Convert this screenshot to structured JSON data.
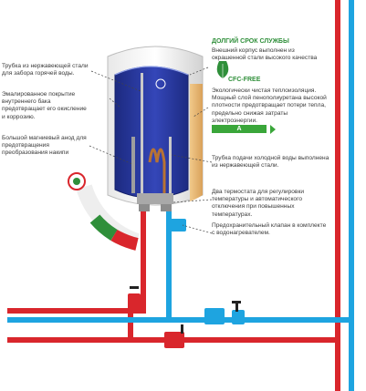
{
  "header": {
    "title": "ДОЛГИЙ СРОК СЛУЖБЫ",
    "subtitle": "Внешний корпус выполнен из окрашенной стали высокого качества"
  },
  "cfc": {
    "title": "CFC-FREE",
    "text": "Экологически чистая теплоизоляция. Мощный слой пенополиуретана высокой плотности предотвращает потери тепла, предельно снижая затраты электроэнергии.",
    "energy_class": "A"
  },
  "labels_left": [
    "Трубка из нержавеющей стали для забора горячей воды.",
    "Эмалированное покрытие внутреннего бака предотвращает его окисление и коррозию.",
    "Большой магниевый анод для предотвращения преобразования накипи"
  ],
  "labels_right": [
    "Трубка подачи холодной воды выполнена из нержавеющей стали.",
    "Два термостата для регулировки температуры и автоматического отключения при повышенных температурах.",
    "Предохранительный клапан в комплекте с водонагревателем."
  ],
  "colors": {
    "hot_pipe": "#d9262c",
    "cold_pipe": "#1ea4e0",
    "tank_inner": "#2b3a9c",
    "green": "#2f8f3a",
    "leader": "#444444"
  },
  "icons": [
    "leaf-icon",
    "energy-class-badge",
    "quality-seal-icon"
  ]
}
